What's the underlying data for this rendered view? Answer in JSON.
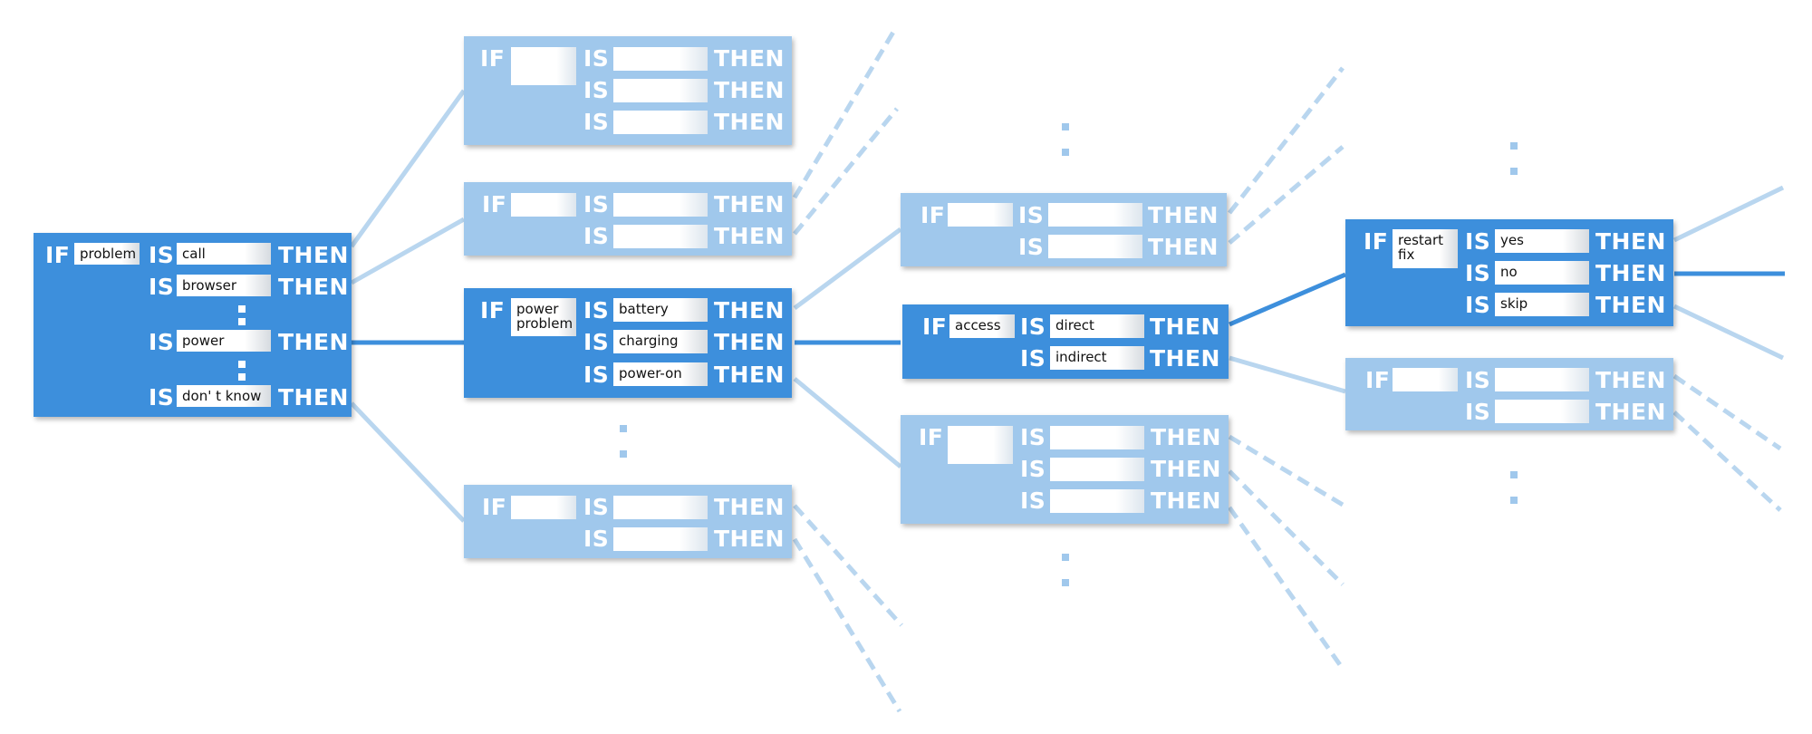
{
  "keywords": {
    "if": "IF",
    "is": "IS",
    "then": "THEN"
  },
  "colors": {
    "active": "#3d8fdc",
    "faded": "#a0c8ec",
    "edge_active": "#3d8fdc",
    "edge_faded": "#b9d6ef"
  },
  "root": {
    "if_field": "problem",
    "rows": [
      "call",
      "browser",
      "power",
      "don' t know"
    ]
  },
  "power_node": {
    "if_field": "power\nproblem",
    "rows": [
      "battery",
      "charging",
      "power-on"
    ]
  },
  "access_node": {
    "if_field": "access",
    "rows": [
      "direct",
      "indirect"
    ]
  },
  "restart_node": {
    "if_field": "restart\nfix",
    "rows": [
      "yes",
      "no",
      "skip"
    ]
  }
}
